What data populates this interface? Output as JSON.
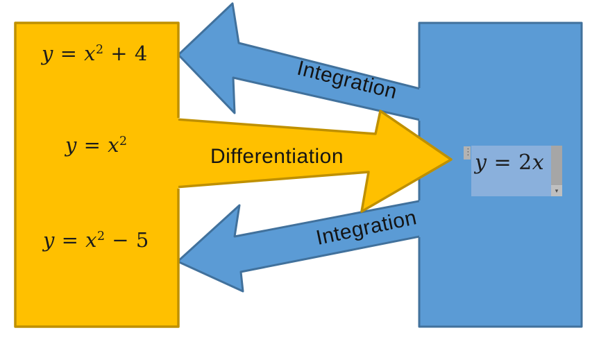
{
  "colors": {
    "background": "#ffffff",
    "orange_fill": "#FFC000",
    "orange_border": "#BF9000",
    "blue_fill": "#5B9BD5",
    "blue_border": "#41719C",
    "label_text": "#141414",
    "equation_text": "#1c1c1c",
    "equation_box_fill": "#8ab0dc",
    "scrollbar_gray": "#a6a6a6"
  },
  "arrows": {
    "top": {
      "label": "Integration",
      "direction": "right-to-left",
      "color_name": "blue"
    },
    "middle": {
      "label": "Differentiation",
      "direction": "left-to-right",
      "color_name": "orange"
    },
    "bottom": {
      "label": "Integration",
      "direction": "right-to-left",
      "color_name": "blue"
    }
  },
  "left_panel": {
    "equations": [
      {
        "tokens": [
          [
            "y",
            "var"
          ],
          [
            " = ",
            "op"
          ],
          [
            "x",
            "var"
          ],
          [
            "2",
            "sup"
          ],
          [
            " + 4",
            "op"
          ]
        ]
      },
      {
        "tokens": [
          [
            "y",
            "var"
          ],
          [
            " = ",
            "op"
          ],
          [
            "x",
            "var"
          ],
          [
            "2",
            "sup"
          ]
        ]
      },
      {
        "tokens": [
          [
            "y",
            "var"
          ],
          [
            " = ",
            "op"
          ],
          [
            "x",
            "var"
          ],
          [
            "2",
            "sup"
          ],
          [
            " − 5",
            "op"
          ]
        ]
      }
    ]
  },
  "right_panel": {
    "equation": {
      "tokens": [
        [
          "y",
          "var"
        ],
        [
          " = 2",
          "op"
        ],
        [
          "x",
          "var"
        ]
      ]
    }
  },
  "equation_editor": {
    "scroll_down_glyph": "▾",
    "handle_glyph": "⋮"
  }
}
